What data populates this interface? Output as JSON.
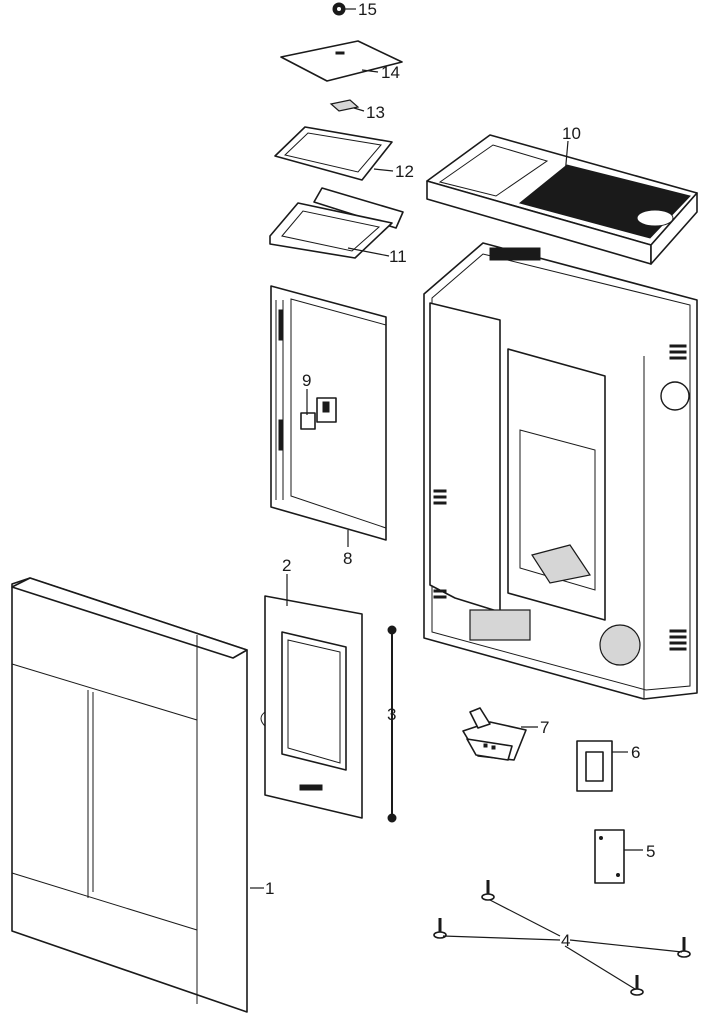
{
  "callouts": {
    "c1": "1",
    "c2": "2",
    "c3": "3",
    "c4": "4",
    "c5": "5",
    "c6": "6",
    "c7": "7",
    "c8": "8",
    "c9": "9",
    "c10": "10",
    "c11": "11",
    "c12": "12",
    "c13": "13",
    "c14": "14",
    "c15": "15"
  },
  "parts": [
    {
      "label": "1",
      "icon": "front-panel"
    },
    {
      "label": "2",
      "icon": "glass-door"
    },
    {
      "label": "3",
      "icon": "door-hinge-rod"
    },
    {
      "label": "4",
      "icon": "adjustable-feet"
    },
    {
      "label": "5",
      "icon": "cover-plate"
    },
    {
      "label": "6",
      "icon": "switch-plate"
    },
    {
      "label": "7",
      "icon": "burn-pot"
    },
    {
      "label": "8",
      "icon": "inner-front-frame"
    },
    {
      "label": "9",
      "icon": "hinge-brackets"
    },
    {
      "label": "10",
      "icon": "top-grille"
    },
    {
      "label": "11",
      "icon": "hopper-frame"
    },
    {
      "label": "12",
      "icon": "hopper-lid-gasket"
    },
    {
      "label": "13",
      "icon": "small-plate"
    },
    {
      "label": "14",
      "icon": "hopper-lid"
    },
    {
      "label": "15",
      "icon": "knob"
    }
  ],
  "colors": {
    "line": "#1a1a1a",
    "fill": "#ffffff",
    "shade": "#d6d6d6"
  }
}
